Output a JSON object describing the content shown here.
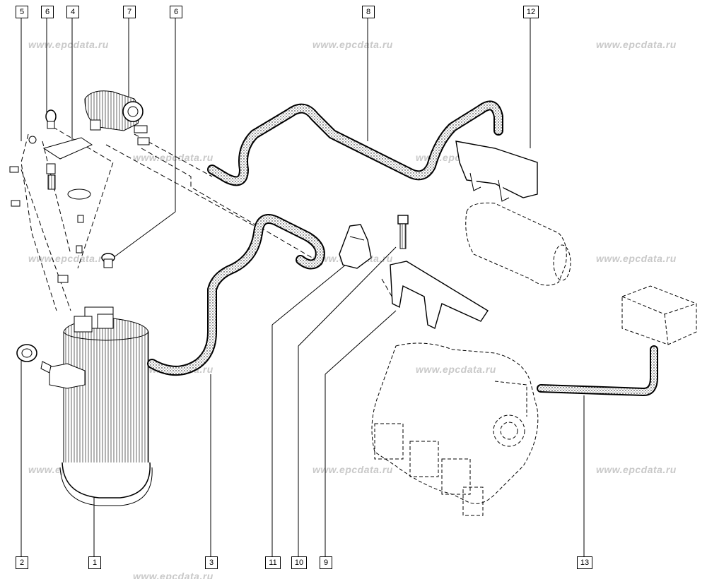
{
  "diagram": {
    "watermark": "www.epcdata.ru",
    "callouts": {
      "c1": "1",
      "c2": "2",
      "c3": "3",
      "c4": "4",
      "c5": "5",
      "c6a": "6",
      "c6b": "6",
      "c7": "7",
      "c8": "8",
      "c9": "9",
      "c10": "10",
      "c11": "11",
      "c12": "12",
      "c13": "13"
    }
  }
}
